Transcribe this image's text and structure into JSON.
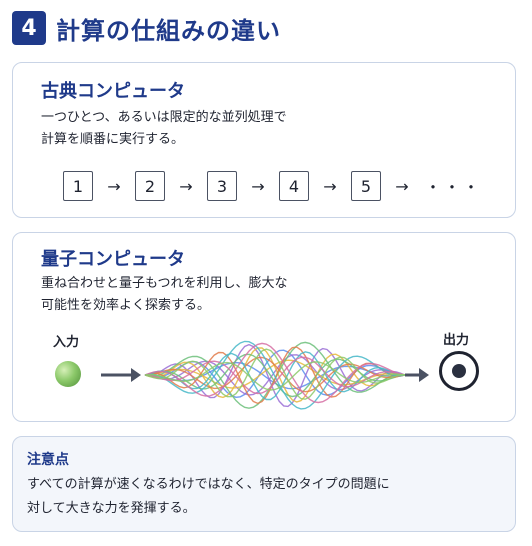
{
  "header": {
    "number": "4",
    "title": "計算の仕組みの違い"
  },
  "classical": {
    "title": "古典コンピュータ",
    "desc_line1": "一つひとつ、あるいは限定的な並列処理で",
    "desc_line2": "計算を順番に実行する。",
    "steps": [
      "1",
      "2",
      "3",
      "4",
      "5"
    ],
    "arrow": "→",
    "ellipsis": "・・・"
  },
  "quantum": {
    "title": "量子コンピュータ",
    "desc_line1": "重ね合わせと量子もつれを利用し、膨大な",
    "desc_line2": "可能性を効率よく探索する。",
    "input_label": "入力",
    "output_label": "出力",
    "wave_colors": [
      "#5b8def",
      "#9a6fd6",
      "#e6b93c",
      "#6cc07a",
      "#e27b4a",
      "#45b7c8",
      "#d66fa3",
      "#8cc96a"
    ]
  },
  "note": {
    "title": "注意点",
    "text_line1": "すべての計算が速くなるわけではなく、特定のタイプの問題に",
    "text_line2": "対して大きな力を発揮する。"
  }
}
